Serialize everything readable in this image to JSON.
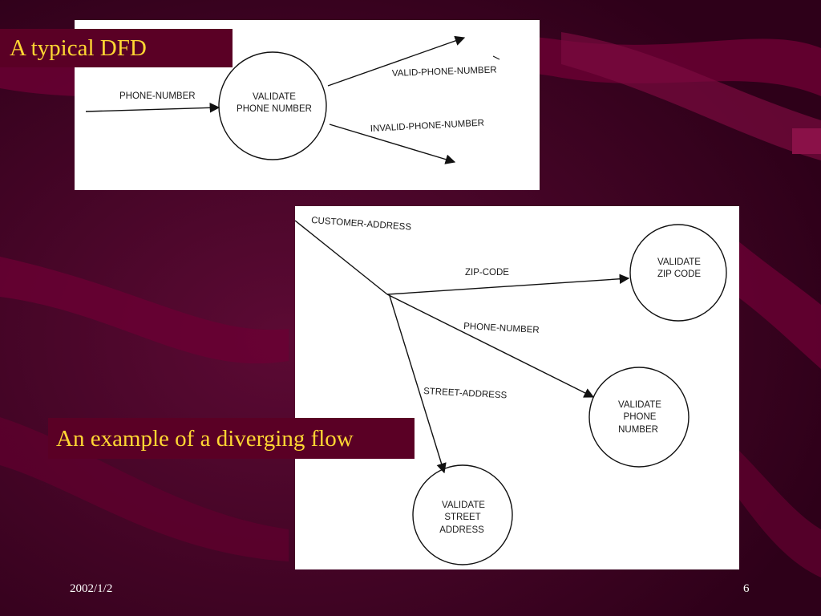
{
  "slide": {
    "title": "A typical DFD",
    "subtitle": "An example of a diverging flow",
    "date": "2002/1/2",
    "page_number": "6"
  },
  "diagram_top": {
    "process": [
      "VALIDATE",
      "PHONE NUMBER"
    ],
    "input_flow": "PHONE-NUMBER",
    "output_valid": "VALID-PHONE-NUMBER",
    "output_invalid": "INVALID-PHONE-NUMBER"
  },
  "diagram_bottom": {
    "input_flow": "CUSTOMER-ADDRESS",
    "flow_zip": "ZIP-CODE",
    "flow_phone": "PHONE-NUMBER",
    "flow_street": "STREET-ADDRESS",
    "process_zip": [
      "VALIDATE",
      "ZIP CODE"
    ],
    "process_phone": [
      "VALIDATE",
      "PHONE",
      "NUMBER"
    ],
    "process_street": [
      "VALIDATE",
      "STREET",
      "ADDRESS"
    ]
  },
  "colors": {
    "background": "#3a0020",
    "accent_band": "#6a0033",
    "caption_bg": "#5a0025",
    "caption_text": "#ffd633"
  }
}
